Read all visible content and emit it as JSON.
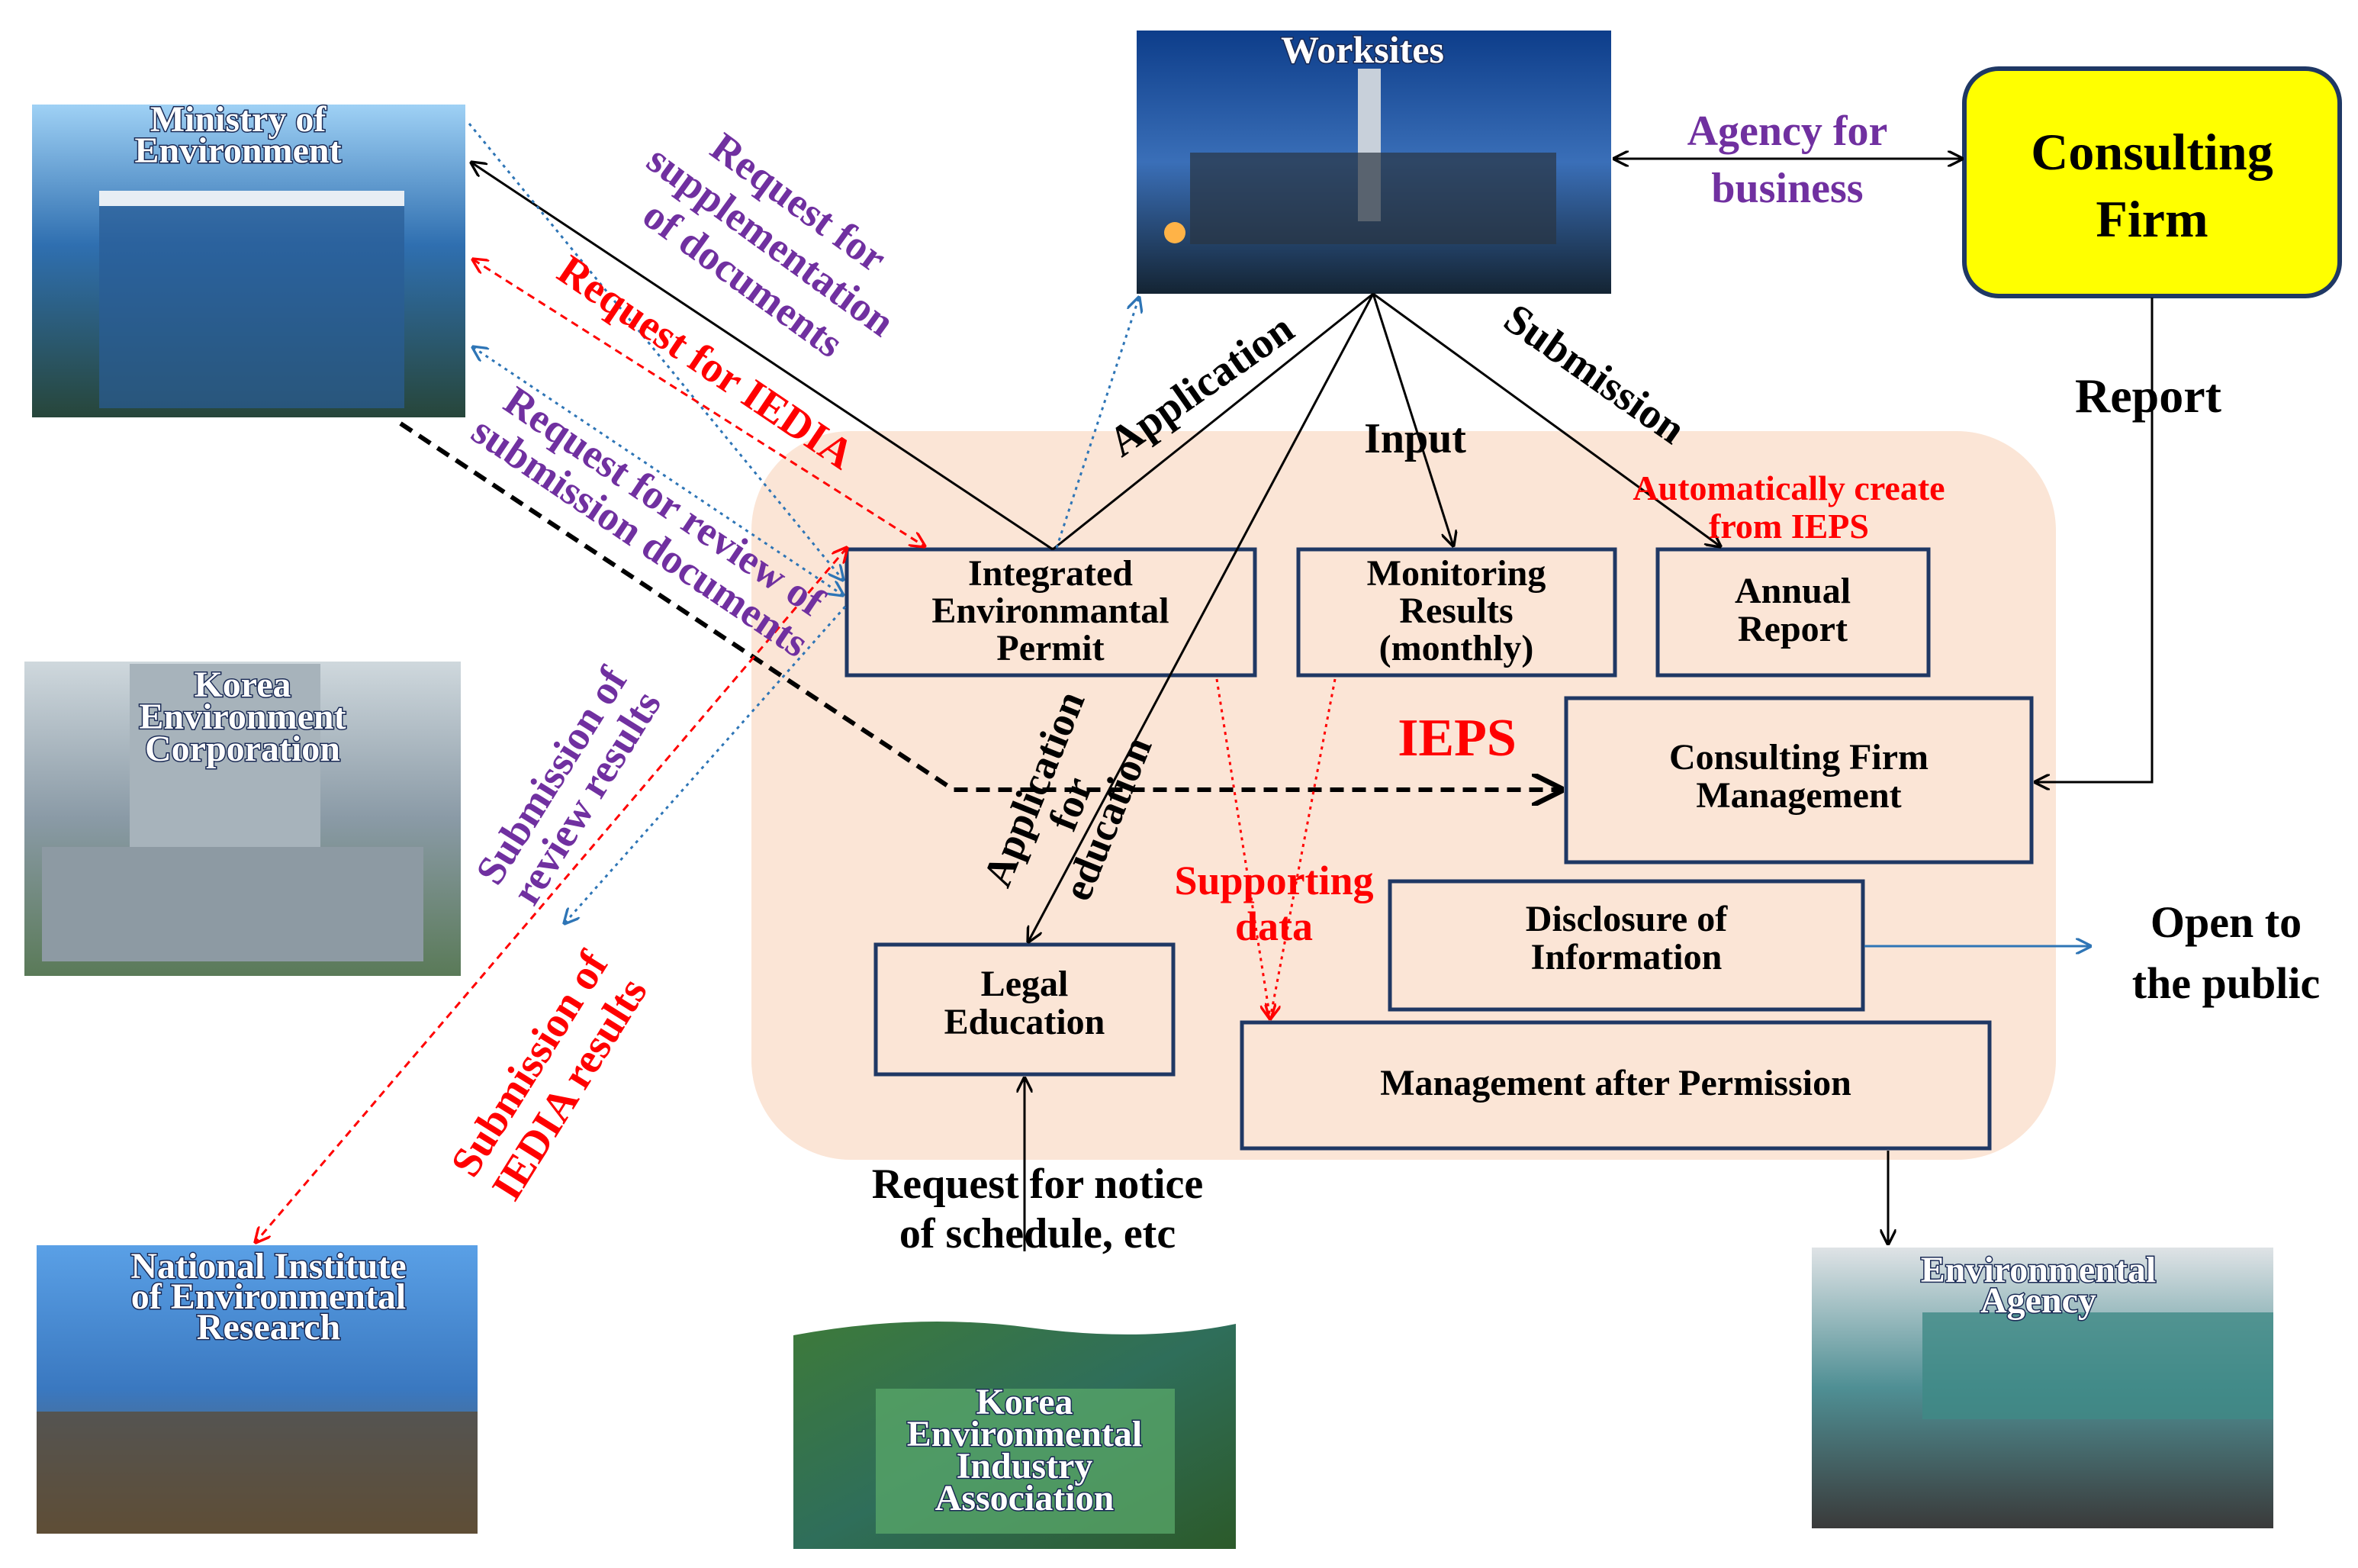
{
  "colors": {
    "black": "#000000",
    "red": "#ff0000",
    "purple": "#7030a0",
    "blue": "#2e75b6",
    "navy": "#1f3864",
    "ieps_panel": "#fbe5d6",
    "consulting_fill": "#ffff00"
  },
  "photos": {
    "ministry": {
      "title": [
        "Ministry of",
        "Environment"
      ]
    },
    "worksites": {
      "title": [
        "Worksites"
      ]
    },
    "kecorp": {
      "title": [
        "Korea",
        "Environment",
        "Corporation"
      ]
    },
    "nier": {
      "title": [
        "National Institute",
        "of Environmental",
        "Research"
      ]
    },
    "keia": {
      "title": [
        "Korea",
        "Environmental",
        "Industry",
        "Association"
      ]
    },
    "agency": {
      "title": [
        "Environmental",
        "Agency"
      ]
    }
  },
  "boxes": {
    "consulting_firm": [
      "Consulting",
      "Firm"
    ],
    "iep": [
      "Integrated",
      "Environmantal",
      "Permit"
    ],
    "monitoring": [
      "Monitoring",
      "Results",
      "(monthly)"
    ],
    "annual": [
      "Annual",
      "Report"
    ],
    "cfm": [
      "Consulting Firm",
      "Management"
    ],
    "disclosure": [
      "Disclosure  of",
      "Information"
    ],
    "legal": [
      "Legal",
      "Education"
    ],
    "map": [
      "Management after Permission"
    ]
  },
  "labels": {
    "ieps": "IEPS",
    "agency_for_business": [
      "Agency for",
      "business"
    ],
    "report": "Report",
    "application": "Application",
    "input": "Input",
    "submission": "Submission",
    "auto_create": [
      "Automatically  create",
      "from IEPS"
    ],
    "req_supplementation": [
      "Request for",
      "supplementation",
      "of documents"
    ],
    "req_iedia": "Request for IEDIA",
    "req_review": [
      "Request for review of",
      "submission documents"
    ],
    "sub_review": [
      "Submission of",
      "review results"
    ],
    "sub_iedia": [
      "Submission of",
      "IEDIA results"
    ],
    "app_education": [
      "Application",
      "for",
      "education"
    ],
    "supporting_data": [
      "Supporting",
      "data"
    ],
    "open_public": [
      "Open to",
      "the public"
    ],
    "req_notice": [
      "Request for notice",
      "of schedule, etc"
    ]
  }
}
